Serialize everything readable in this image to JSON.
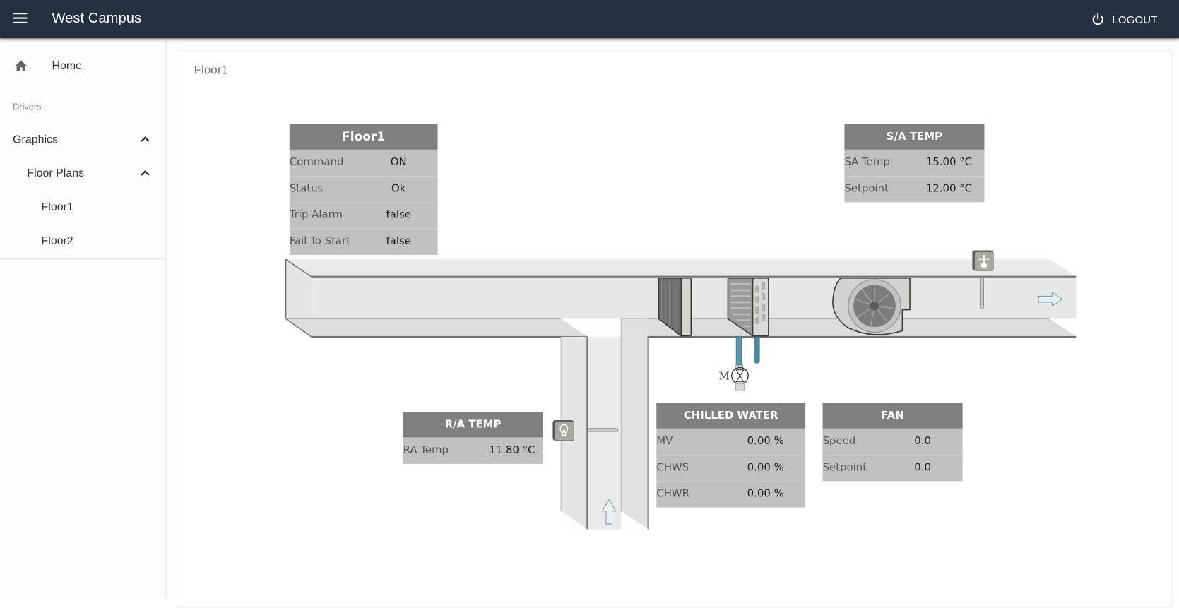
{
  "header": {
    "title": "West Campus",
    "logout_label": "LOGOUT",
    "icons": {
      "menu": "hamburger-menu-icon",
      "logout": "power-icon"
    },
    "background": "#233143"
  },
  "sidebar": {
    "home_label": "Home",
    "section_label": "Drivers",
    "graphics_label": "Graphics",
    "floor_plans_label": "Floor Plans",
    "floors": [
      "Floor1",
      "Floor2"
    ],
    "icons": {
      "home": "home-icon",
      "expand": "chevron-up-icon"
    }
  },
  "main": {
    "page_title": "Floor1",
    "panels": {
      "floor": {
        "title": "Floor1",
        "rows": [
          {
            "label": "Command",
            "value": "ON"
          },
          {
            "label": "Status",
            "value": "Ok"
          },
          {
            "label": "Trip Alarm",
            "value": "false"
          },
          {
            "label": "Fail To Start",
            "value": "false"
          }
        ]
      },
      "sa_temp": {
        "title": "S/A TEMP",
        "rows": [
          {
            "label": "SA Temp",
            "value": "15.00 °C"
          },
          {
            "label": "Setpoint",
            "value": "12.00 °C"
          }
        ]
      },
      "ra_temp": {
        "title": "R/A TEMP",
        "rows": [
          {
            "label": "RA Temp",
            "value": "11.80 °C"
          }
        ]
      },
      "chilled_water": {
        "title": "CHILLED WATER",
        "rows": [
          {
            "label": "MV",
            "value": "0.00 %"
          },
          {
            "label": "CHWS",
            "value": "0.00 %"
          },
          {
            "label": "CHWR",
            "value": "0.00 %"
          }
        ]
      },
      "fan": {
        "title": "FAN",
        "rows": [
          {
            "label": "Speed",
            "value": "0.0"
          },
          {
            "label": "Setpoint",
            "value": "0.0"
          }
        ]
      }
    },
    "diagram": {
      "valve_label": "M",
      "components": [
        "filter",
        "cooling-coil",
        "supply-fan",
        "supply-temp-sensor",
        "return-temp-sensor",
        "chilled-water-valve",
        "supply-airflow-arrow",
        "return-airflow-arrow"
      ],
      "colors": {
        "duct": "#e8e9ea",
        "duct_edge": "#6e7377",
        "pipe": "#5b93aa",
        "panel_header": "#808080",
        "panel_body": "#c0c0c0"
      }
    }
  }
}
